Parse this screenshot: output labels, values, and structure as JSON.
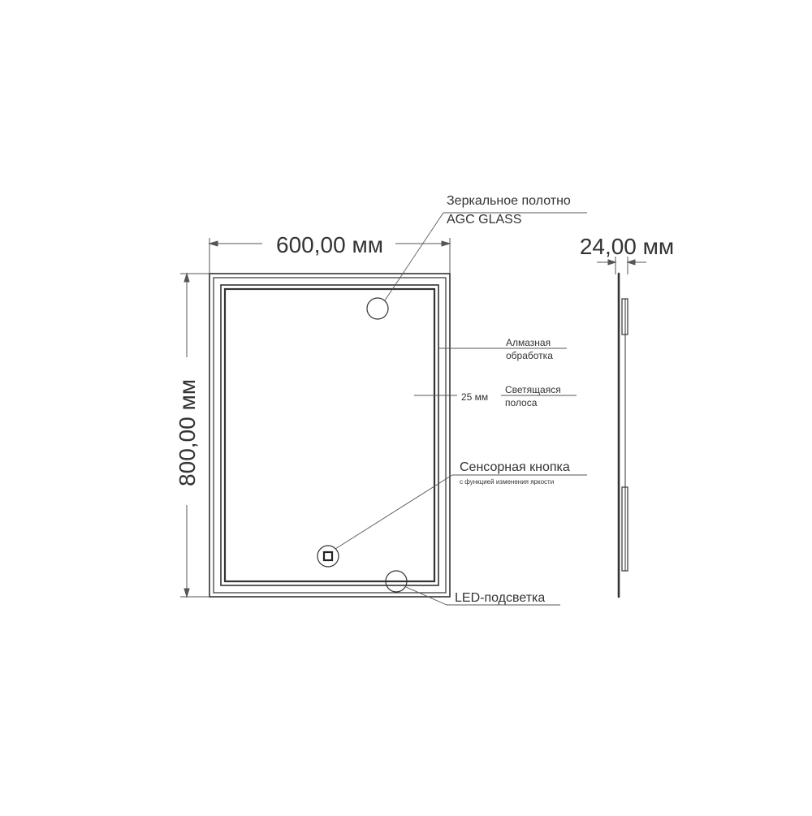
{
  "dimensions": {
    "width": "600,00 мм",
    "height": "800,00 мм",
    "depth": "24,00 мм"
  },
  "labels": {
    "glass_line1": "Зеркальное полотно",
    "glass_line2": "AGC GLASS",
    "edge_line1": "Алмазная",
    "edge_line2": "обработка",
    "strip_width": "25 мм",
    "strip_line1": "Светящаяся",
    "strip_line2": "полоса",
    "button_title": "Сенсорная кнопка",
    "button_subtitle": "с функцией изменения яркости",
    "led": "LED-подсветка"
  },
  "colors": {
    "line": "#333333",
    "thin": "#555555"
  }
}
